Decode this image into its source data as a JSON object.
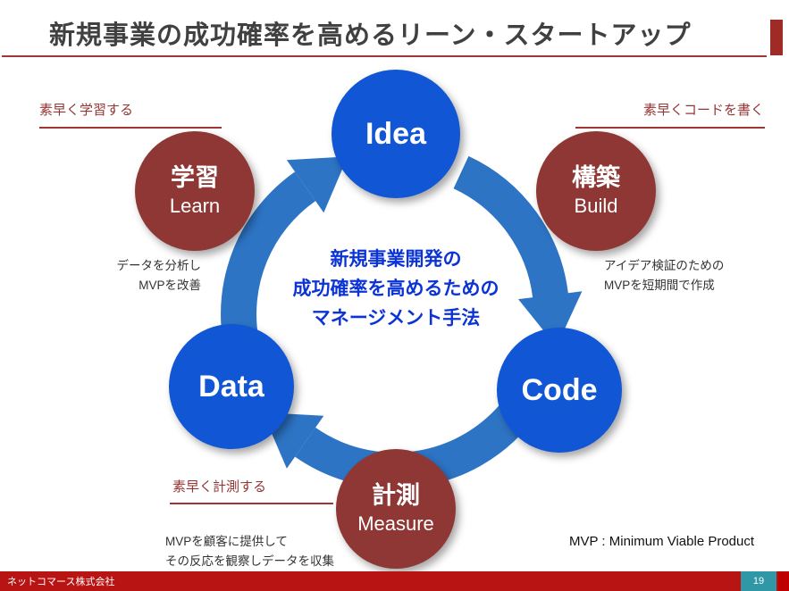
{
  "title": "新規事業の成功確率を高めるリーン・スタートアップ",
  "center": {
    "lines": [
      "新規事業開発の",
      "成功確率を高めるための",
      "マネージメント手法"
    ]
  },
  "nodes": {
    "idea": {
      "label": "Idea"
    },
    "build": {
      "jp": "構築",
      "en": "Build"
    },
    "code": {
      "label": "Code"
    },
    "measure": {
      "jp": "計測",
      "en": "Measure"
    },
    "data": {
      "label": "Data"
    },
    "learn": {
      "jp": "学習",
      "en": "Learn"
    }
  },
  "annotations": {
    "learn_fast": "素早く学習する",
    "build_fast": "素早くコードを書く",
    "measure_fast": "素早く計測する",
    "learn_note": [
      "データを分析し",
      "MVPを改善"
    ],
    "build_note": [
      "アイデア検証のための",
      "MVPを短期間で作成"
    ],
    "measure_note": [
      "MVPを顧客に提供して",
      "その反応を観察しデータを収集"
    ],
    "mvp_definition": "MVP : Minimum Viable Product"
  },
  "footer": {
    "company": "ネットコマース株式会社",
    "page": "19"
  },
  "colors": {
    "blue_circle": "#1156d4",
    "maroon_circle": "#8e3734",
    "arrow_blue": "#2d74c4",
    "title_text": "#404040",
    "center_text": "#0b33d6",
    "annotation_red": "#943634",
    "note_text": "#333333",
    "line_red": "#a03533",
    "title_accent_red": "#9e2b25",
    "footer_red": "#b81414",
    "accent_red": "#c00000",
    "page_teal": "#2f97a6"
  }
}
